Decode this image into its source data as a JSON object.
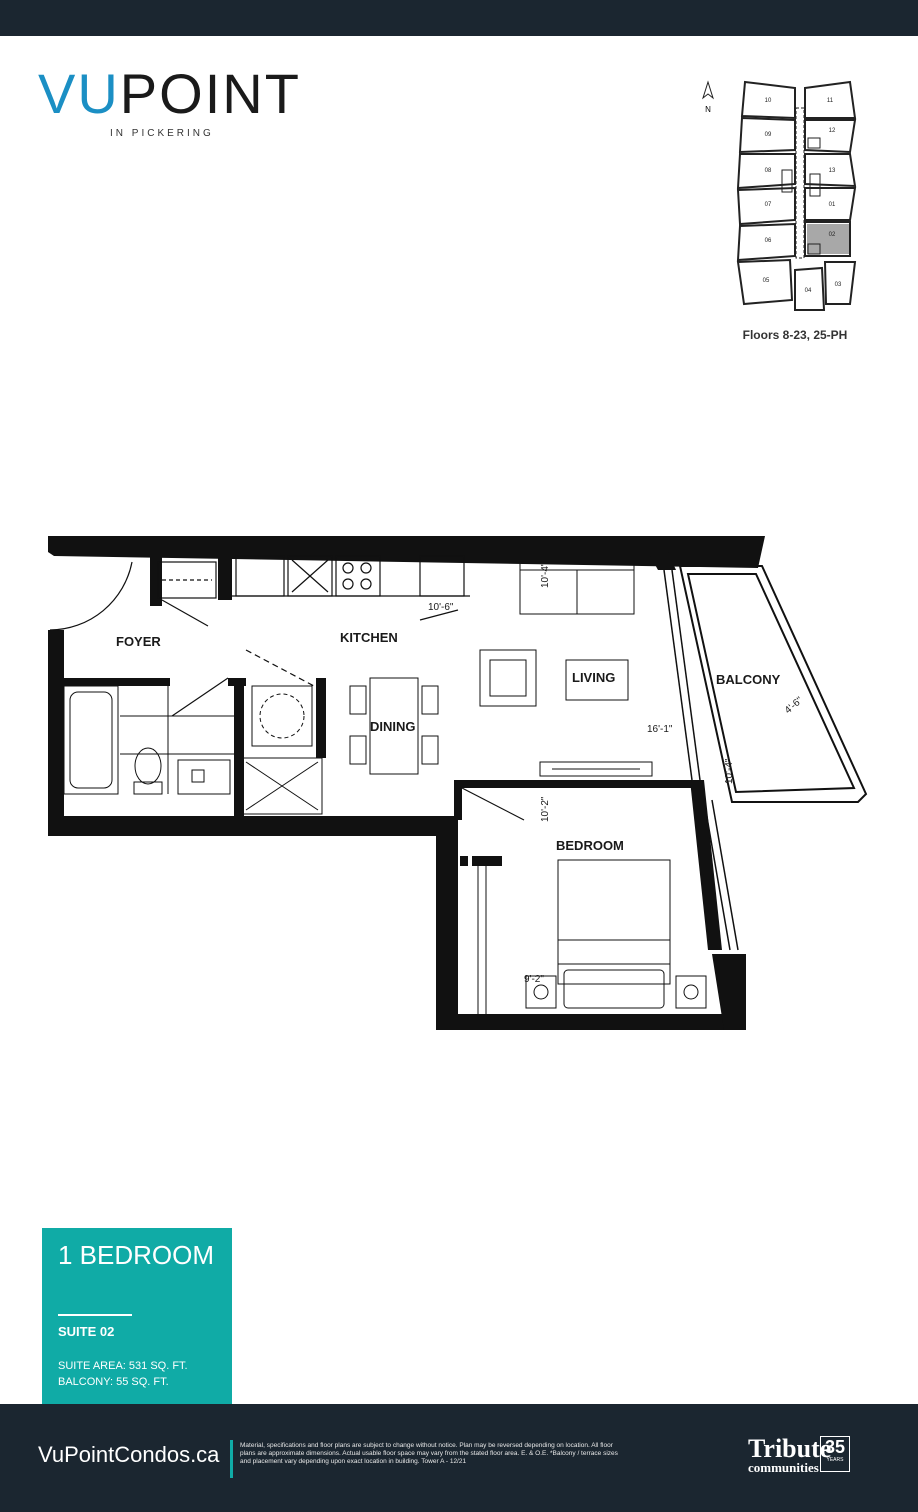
{
  "logo": {
    "brand_a": "VU",
    "brand_b": "POINT",
    "tagline": "IN PICKERING"
  },
  "keyplan": {
    "north": "N",
    "caption": "Floors 8-23, 25-PH",
    "units": [
      "10",
      "11",
      "09",
      "12",
      "08",
      "13",
      "07",
      "01",
      "06",
      "02",
      "05",
      "03",
      "04"
    ],
    "highlighted_unit": "02"
  },
  "plan": {
    "rooms": {
      "foyer": "FOYER",
      "kitchen": "KITCHEN",
      "dining": "DINING",
      "living": "LIVING",
      "balcony": "BALCONY",
      "bedroom": "BEDROOM"
    },
    "dimensions": {
      "sofa": "10'-4\"",
      "kitchen": "10'-6\"",
      "living_depth": "16'-1\"",
      "balcony_w": "4'-6\"",
      "balcony_l": "10'-4\"",
      "bedroom_l": "10'-2\"",
      "bedroom_w": "9'-2\""
    }
  },
  "suite": {
    "type": "1 BEDROOM",
    "suite_label": "SUITE 02",
    "area": "SUITE AREA: 531 SQ. FT.",
    "balcony": "BALCONY: 55 SQ. FT."
  },
  "footer": {
    "url": "VuPointCondos.ca",
    "legal": "Material, specifications and floor plans are subject to change without notice. Plan may be reversed depending on location. All floor plans are approximate dimensions. Actual usable floor space may vary from the stated floor area.  E. & O.E. *Balcony / terrace sizes and placement vary depending upon exact location in building. Tower A - 12/21",
    "brand": "Tribute",
    "brand_sub": "communities",
    "badge_years": "35",
    "badge_label": "YEARS"
  },
  "colors": {
    "teal": "#10aba6",
    "navy": "#1b2630",
    "blue": "#1b8fc4"
  }
}
